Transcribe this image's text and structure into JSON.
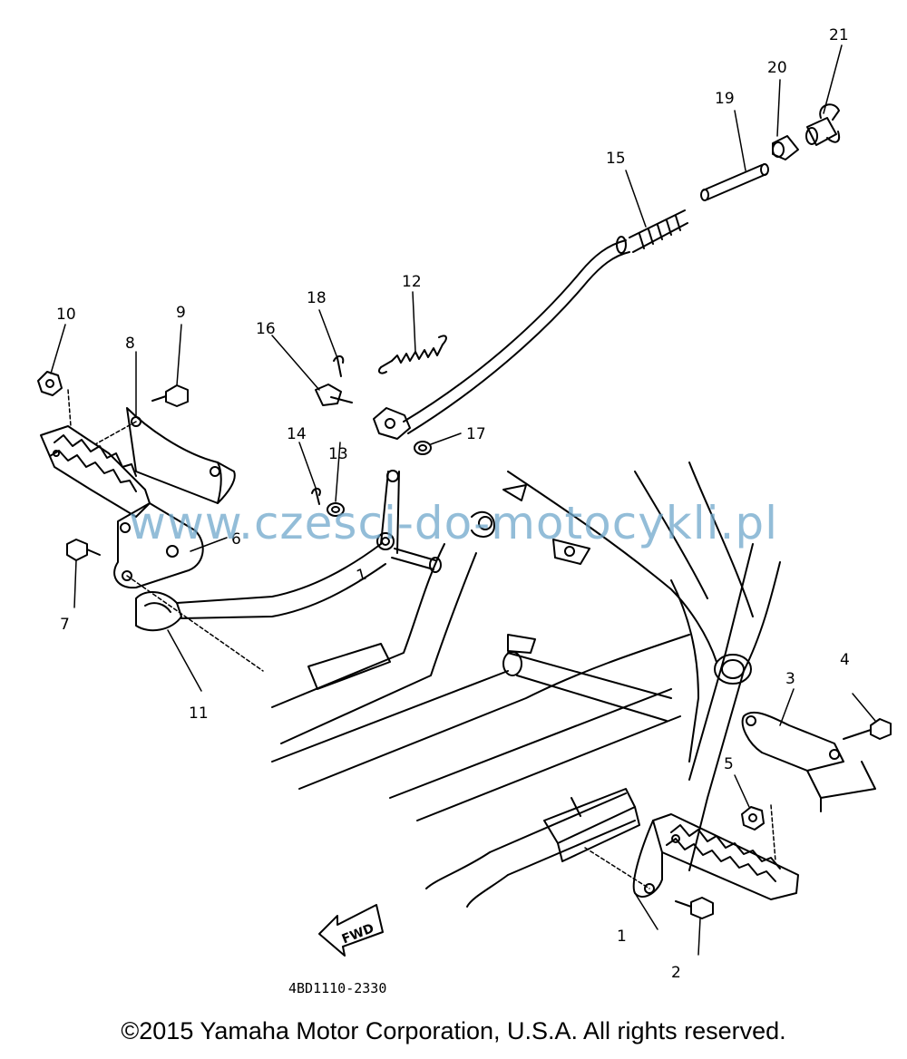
{
  "diagram": {
    "parts": [
      {
        "id": "1a",
        "label": "1"
      },
      {
        "id": "1b",
        "label": "1"
      },
      {
        "id": "2",
        "label": "2"
      },
      {
        "id": "3",
        "label": "3"
      },
      {
        "id": "4",
        "label": "4"
      },
      {
        "id": "5",
        "label": "5"
      },
      {
        "id": "6",
        "label": "6"
      },
      {
        "id": "7",
        "label": "7"
      },
      {
        "id": "8",
        "label": "8"
      },
      {
        "id": "9",
        "label": "9"
      },
      {
        "id": "10",
        "label": "10"
      },
      {
        "id": "11",
        "label": "11"
      },
      {
        "id": "12",
        "label": "12"
      },
      {
        "id": "13",
        "label": "13"
      },
      {
        "id": "14",
        "label": "14"
      },
      {
        "id": "15",
        "label": "15"
      },
      {
        "id": "16",
        "label": "16"
      },
      {
        "id": "17",
        "label": "17"
      },
      {
        "id": "18",
        "label": "18"
      },
      {
        "id": "19",
        "label": "19"
      },
      {
        "id": "20",
        "label": "20"
      },
      {
        "id": "21",
        "label": "21"
      }
    ],
    "direction_label": "FWD",
    "diagram_code": "4BD1110-2330"
  },
  "watermark": "www.czesci-do-motocykli.pl",
  "copyright": "©2015 Yamaha Motor Corporation, U.S.A. All rights reserved."
}
